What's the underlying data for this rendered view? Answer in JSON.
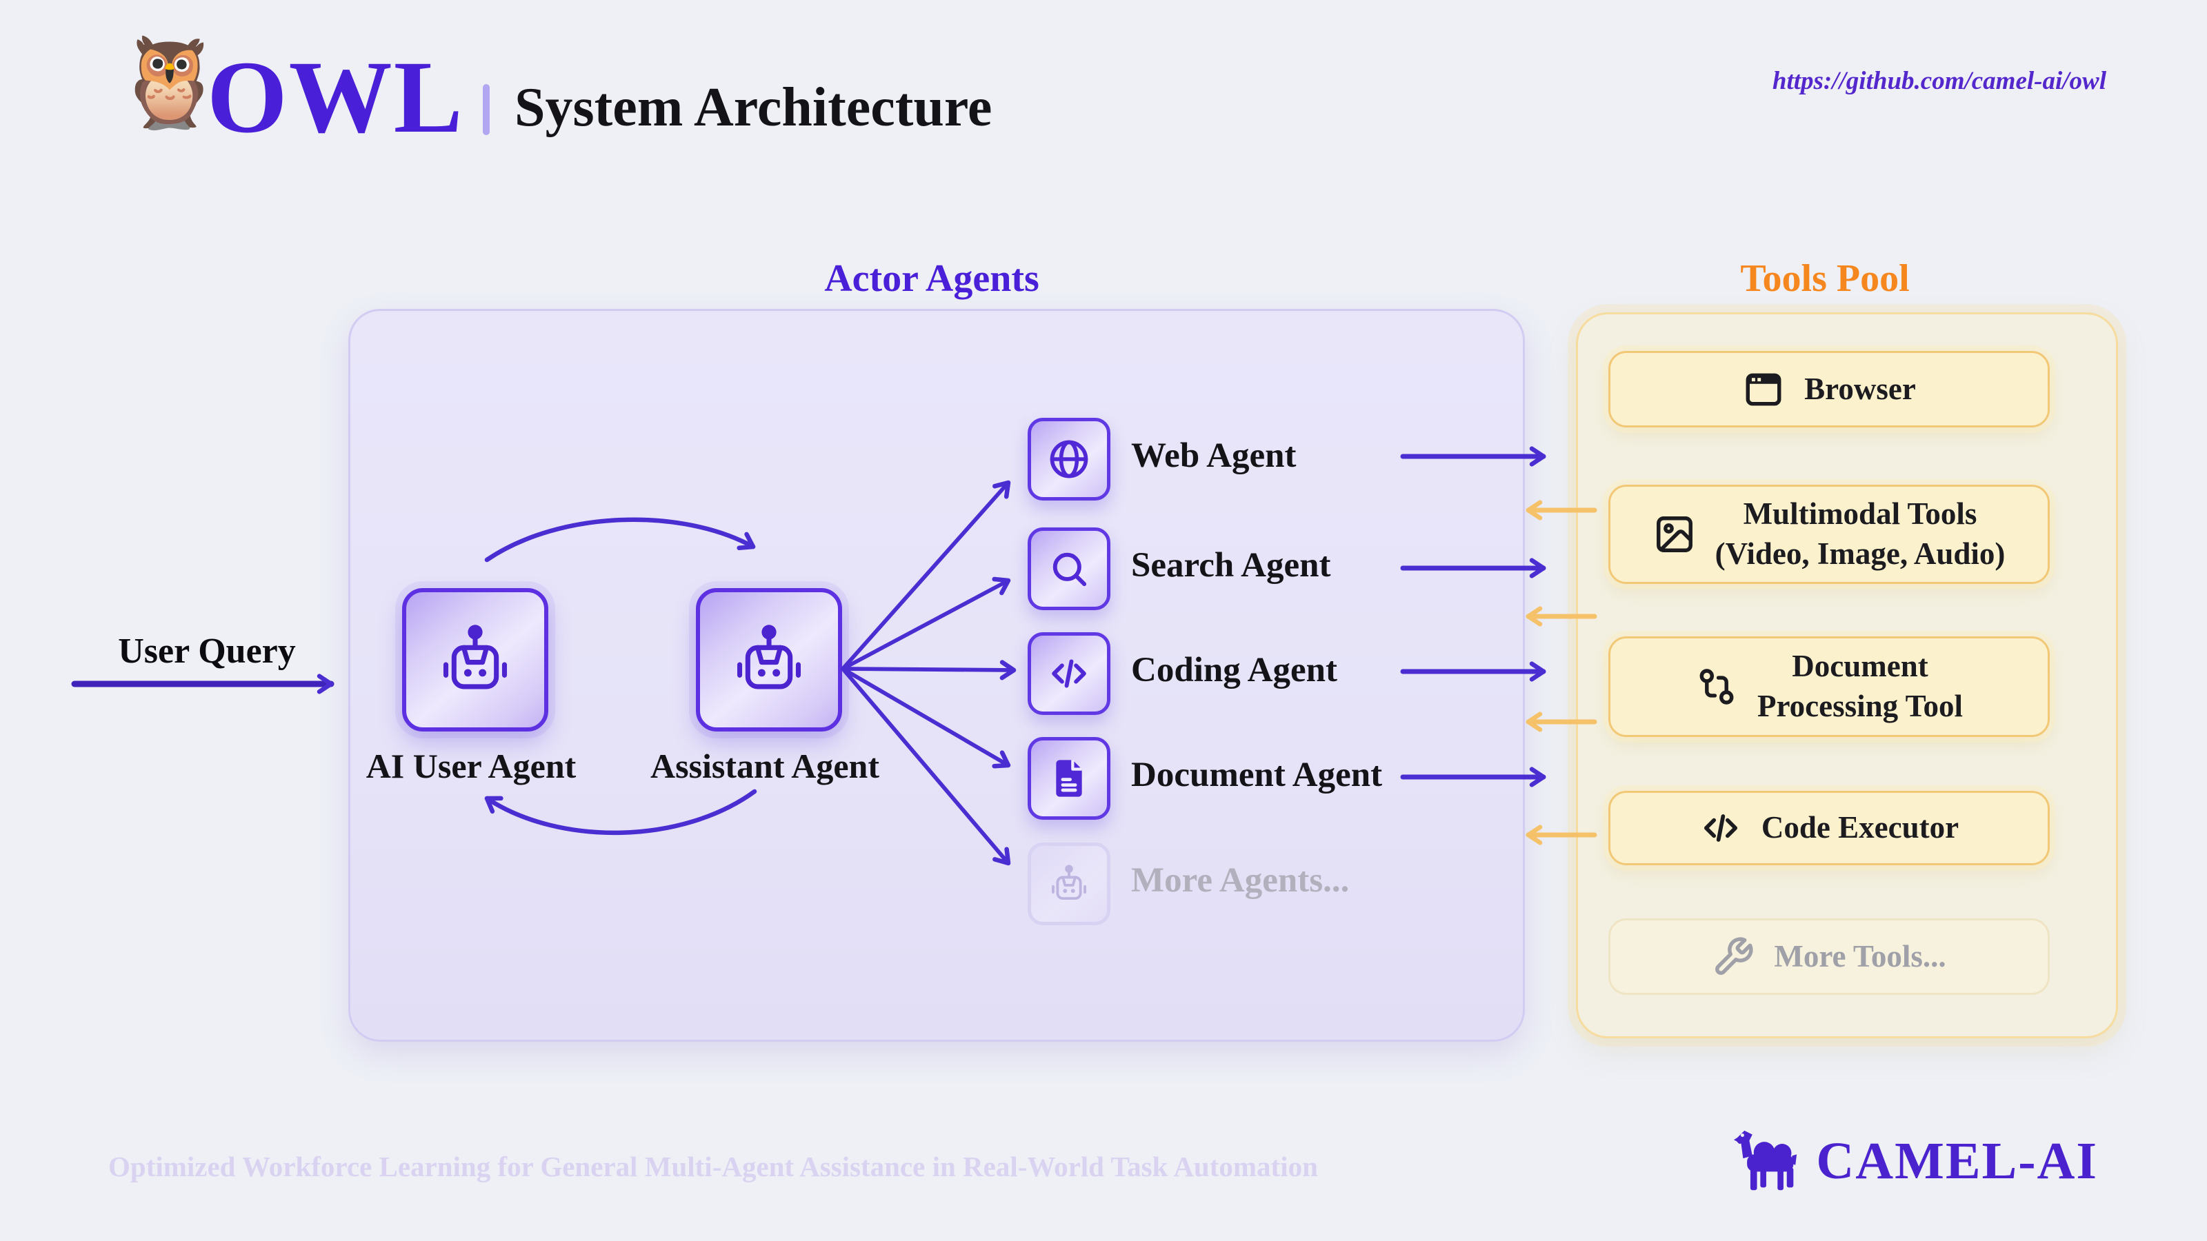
{
  "header": {
    "logo_glyph": "🦉",
    "brand": "OWL",
    "title": "System Architecture",
    "repo_url": "https://github.com/camel-ai/owl"
  },
  "actor_section": {
    "title": "Actor Agents",
    "user_query": "User Query",
    "user_agent": "AI User Agent",
    "assistant_agent": "Assistant Agent",
    "agents": [
      {
        "label": "Web Agent",
        "icon": "globe-icon"
      },
      {
        "label": "Search Agent",
        "icon": "search-icon"
      },
      {
        "label": "Coding Agent",
        "icon": "code-icon"
      },
      {
        "label": "Document Agent",
        "icon": "file-text-icon"
      },
      {
        "label": "More Agents...",
        "icon": "robot-icon",
        "muted": true
      }
    ]
  },
  "tools_section": {
    "title": "Tools Pool",
    "tools": [
      {
        "line1": "Browser",
        "line2": "",
        "icon": "browser-window-icon"
      },
      {
        "line1": "Multimodal Tools",
        "line2": "(Video, Image, Audio)",
        "icon": "image-icon"
      },
      {
        "line1": "Document",
        "line2": "Processing Tool",
        "icon": "git-compare-icon"
      },
      {
        "line1": "Code Executor",
        "line2": "",
        "icon": "code-icon"
      },
      {
        "line1": "More Tools...",
        "line2": "",
        "icon": "wrench-icon",
        "muted": true
      }
    ]
  },
  "footer": {
    "tagline": "Optimized Workforce Learning for General Multi-Agent Assistance in Real-World Task Automation",
    "brand": "CAMEL-AI"
  },
  "colors": {
    "brand_purple": "#4a1fd8",
    "arrow_purple": "#4b2ed1",
    "title_orange": "#f6861e",
    "arrow_orange": "#f5c26a"
  }
}
